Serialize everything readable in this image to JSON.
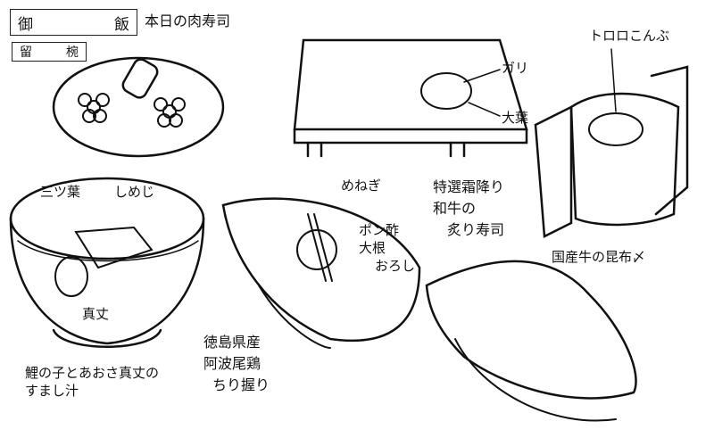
{
  "header": {
    "gohan_box": [
      "御",
      "飯"
    ],
    "gohan_title": "本日の肉寿司",
    "tomewan_box": [
      "留",
      "椀"
    ]
  },
  "labels": {
    "gari": "ガリ",
    "ooba": "大葉",
    "tororo": "トロロこんぶ",
    "kombu": "国産牛の昆布〆",
    "mitsuba": "三ツ葉",
    "shimeji": "しめじ",
    "shinjo": "真丈",
    "soup": [
      "鯉の子とあおさ真丈の",
      "すまし汁"
    ],
    "menegi": "めねぎ",
    "ponzu": [
      "ポン酢",
      "大根",
      "おろし"
    ],
    "chicken": [
      "徳島県産",
      "阿波尾鶏",
      "ちり握り"
    ],
    "wagyu": [
      "特選霜降り",
      "和牛の",
      "炙り寿司"
    ]
  }
}
